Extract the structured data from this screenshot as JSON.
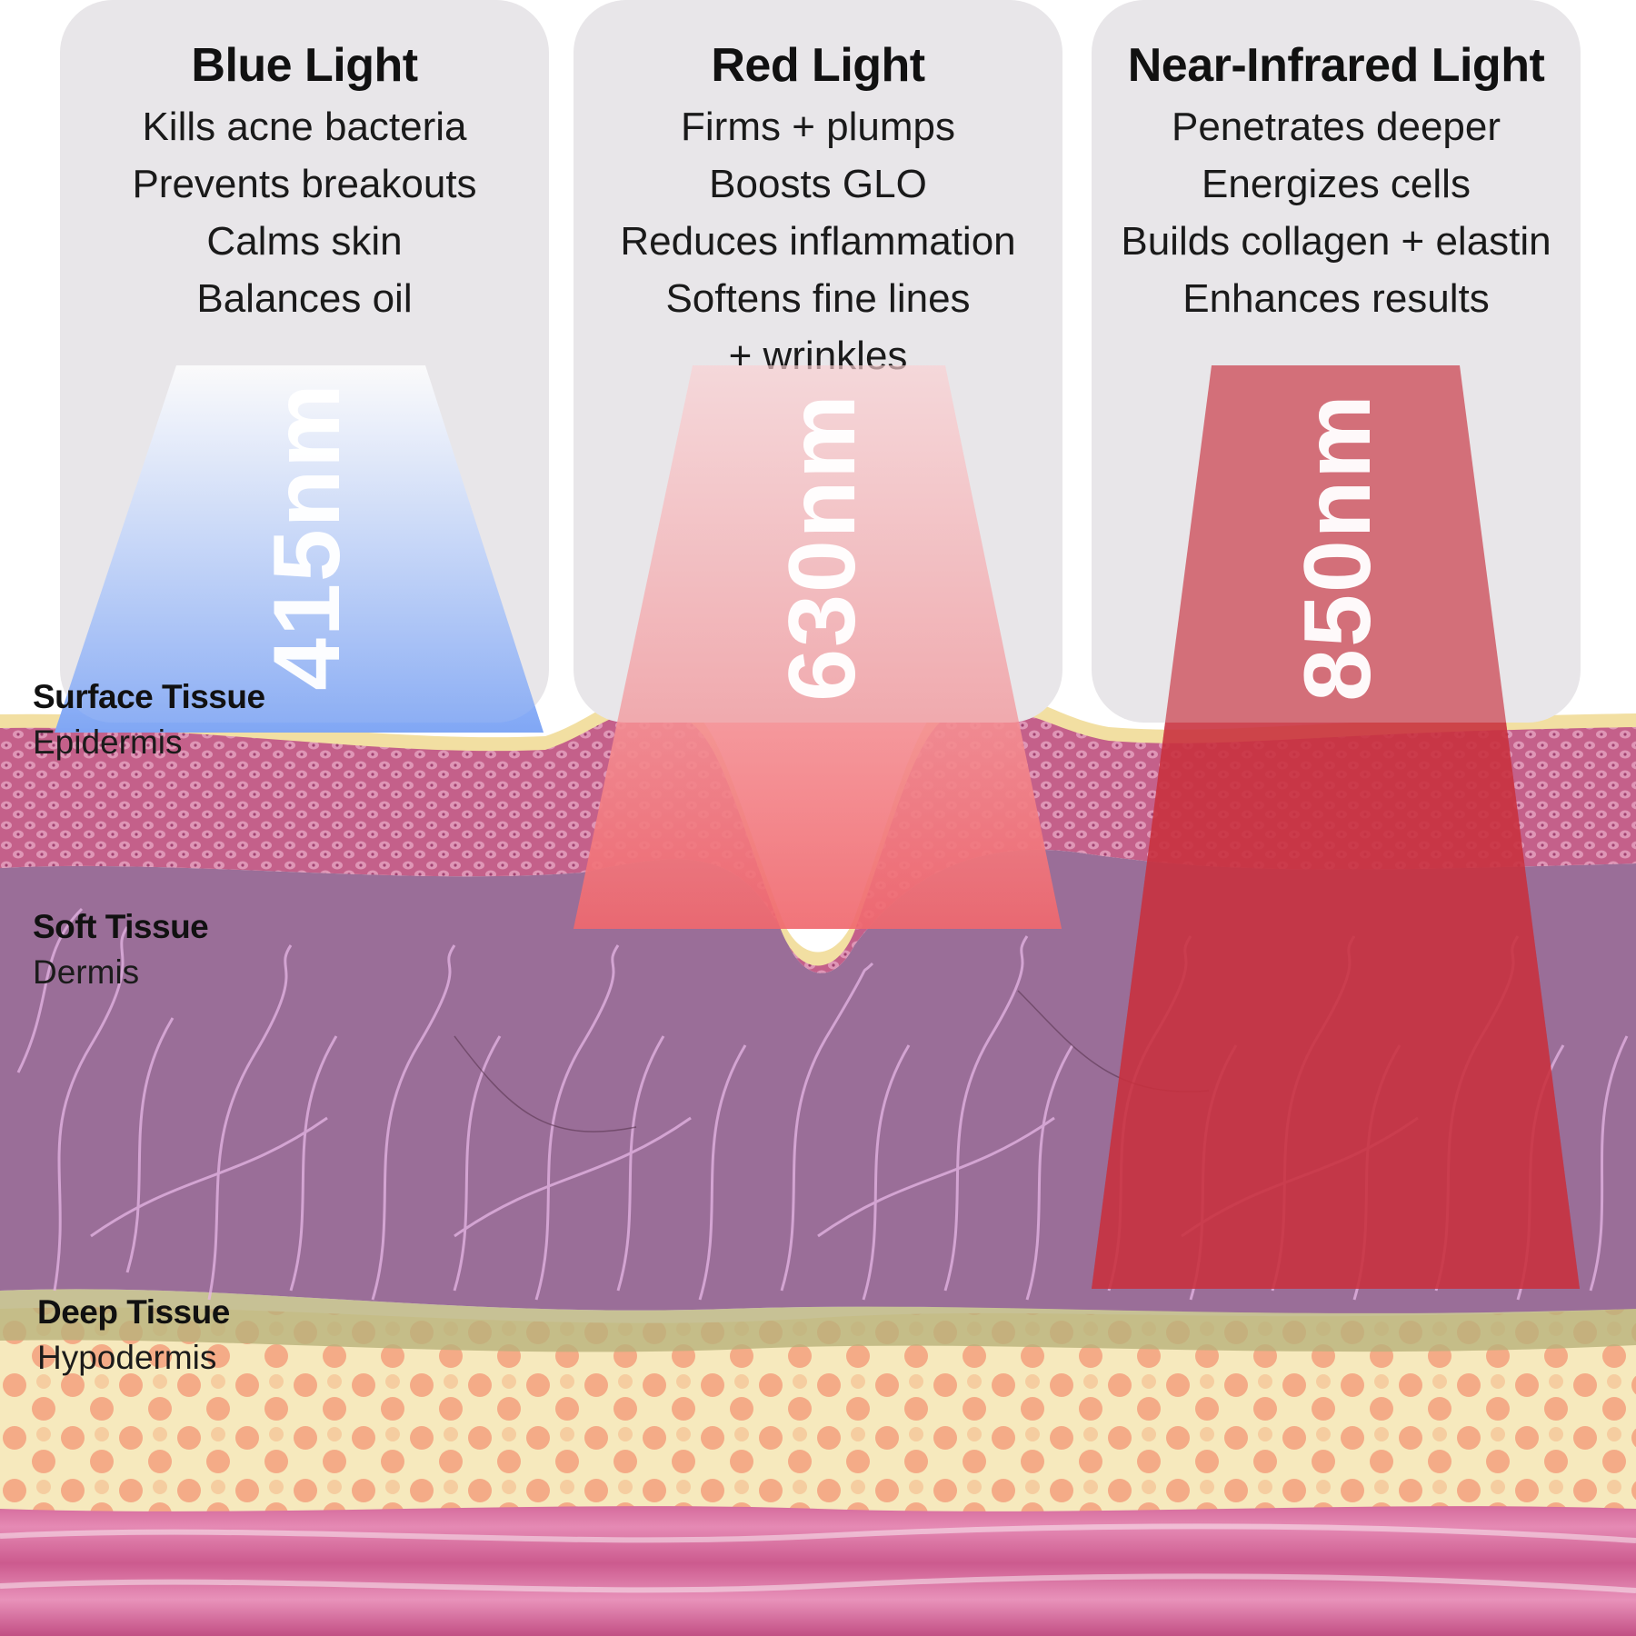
{
  "panels": [
    {
      "id": "blue",
      "title": "Blue Light",
      "benefits": [
        "Kills acne bacteria",
        "Prevents breakouts",
        "Calms skin",
        "Balances oil"
      ],
      "wavelength": "415nm",
      "beam_color": "#7fa6f5"
    },
    {
      "id": "red",
      "title": "Red Light",
      "benefits": [
        "Firms + plumps",
        "Boosts GLO",
        "Reduces inflammation",
        "Softens fine lines",
        "+ wrinkles"
      ],
      "wavelength": "630nm",
      "beam_color": "#f0686e"
    },
    {
      "id": "nir",
      "title": "Near-Infrared Light",
      "benefits": [
        "Penetrates deeper",
        "Energizes cells",
        "Builds collagen + elastin",
        "Enhances results"
      ],
      "wavelength": "850nm",
      "beam_color": "#c8303e"
    }
  ],
  "tissue_layers": [
    {
      "name": "Surface Tissue",
      "layer": "Epidermis"
    },
    {
      "name": "Soft Tissue",
      "layer": "Dermis"
    },
    {
      "name": "Deep Tissue",
      "layer": "Hypodermis"
    }
  ],
  "colors": {
    "card_background": "#e8e6e9",
    "epidermis": "#c4608a",
    "dermis": "#9a6e98",
    "hypodermis": "#f4e3b4",
    "muscle": "#d76a9a"
  }
}
